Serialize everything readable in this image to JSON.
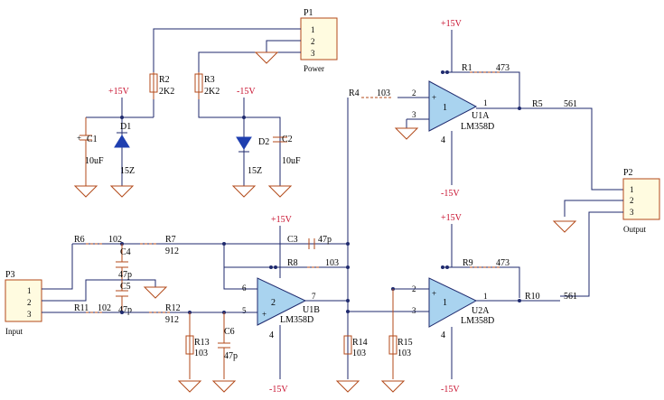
{
  "labels": {
    "p1": "P1",
    "power": "Power",
    "p2": "P2",
    "output": "Output",
    "p3": "P3",
    "input": "Input",
    "pin1": "1",
    "pin2": "2",
    "pin3": "3",
    "r2": "R2",
    "r2v": "2K2",
    "r3": "R3",
    "r3v": "2K2",
    "plus15v": "+15V",
    "minus15v": "-15V",
    "c1": "C1",
    "c1v": "10uF",
    "c2": "C2",
    "c2v": "10uF",
    "d1": "D1",
    "d1v": "15Z",
    "d2": "D2",
    "d2v": "15Z",
    "plus_sign": "+",
    "r1": "R1",
    "r1v": "473",
    "r4": "R4",
    "r4v": "103",
    "r5": "R5",
    "r5v": "561",
    "u1a": "U1A",
    "u1a_num": "1",
    "lm358d": "LM358D",
    "pin4": "4",
    "pin6": "6",
    "pin5": "5",
    "pin7": "7",
    "r6": "R6",
    "r6v": "102",
    "c4": "C4",
    "c4v": "47p",
    "c5": "C5",
    "c5v": "47p",
    "r7": "R7",
    "r7v": "912",
    "c3": "C3",
    "c3v": "47p",
    "r8": "R8",
    "r8v": "103",
    "r11": "R11",
    "r11v": "102",
    "r12": "R12",
    "r12v": "912",
    "r13": "R13",
    "r13v": "103",
    "c6": "C6",
    "c6v": "47p",
    "u1b": "U1B",
    "u1b_num": "2",
    "r14": "R14",
    "r14v": "103",
    "r15": "R15",
    "r15v": "103",
    "r9": "R9",
    "r9v": "473",
    "r10": "R10",
    "r10v": "561",
    "u2a": "U2A",
    "u2a_num": "1"
  }
}
